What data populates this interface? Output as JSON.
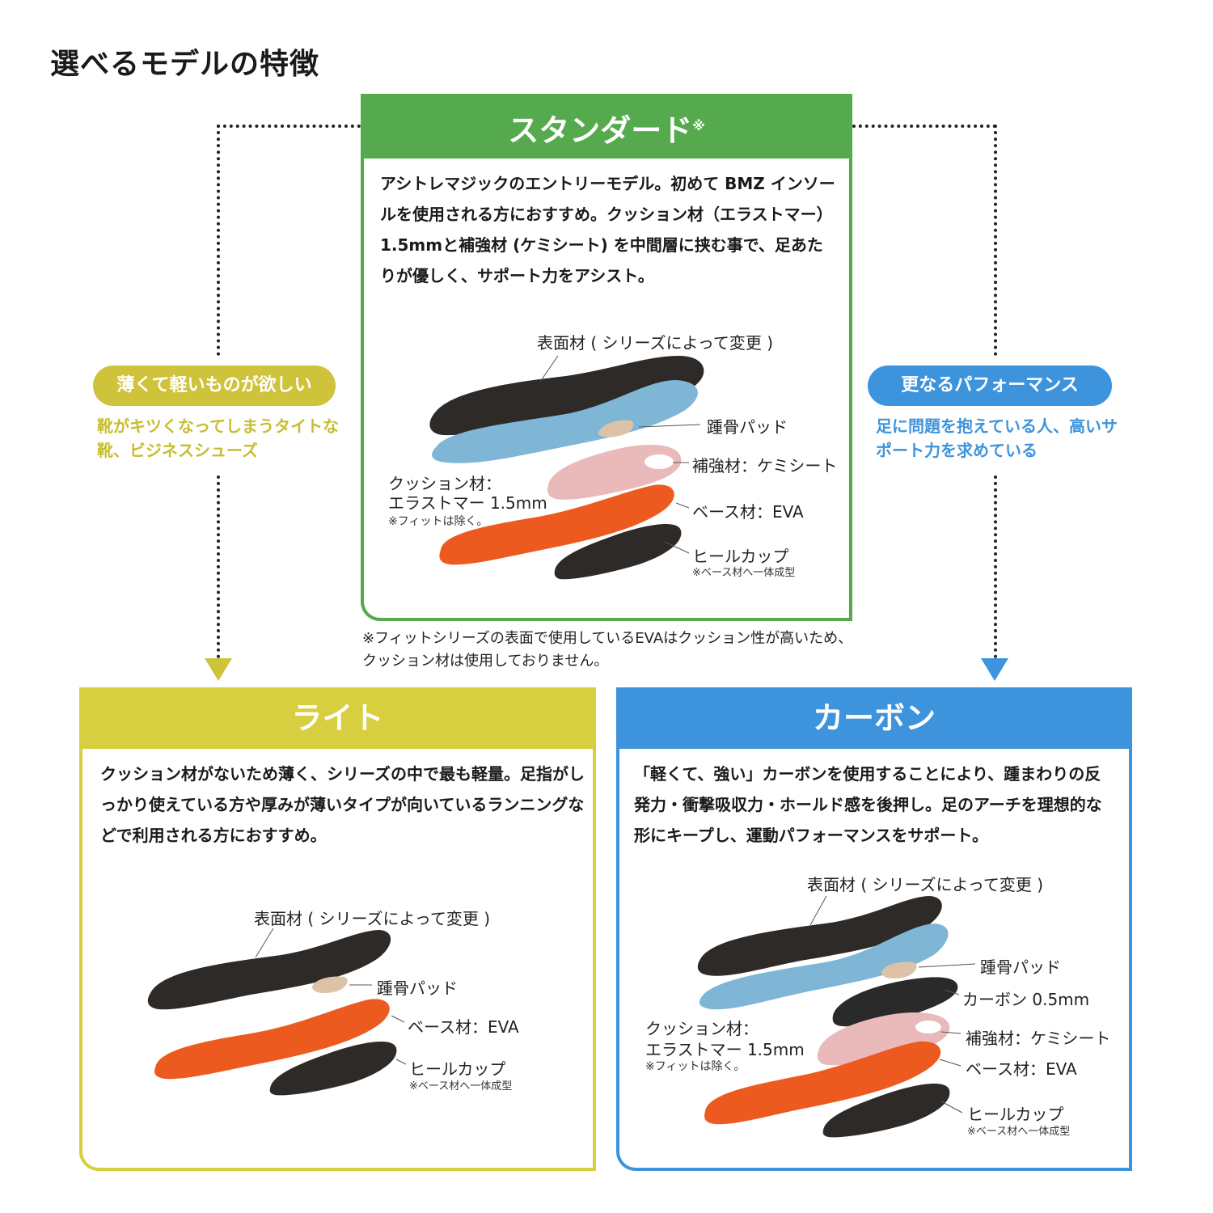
{
  "page_title": "選べるモデルの特徴",
  "standard": {
    "name": "スタンダード",
    "mark": "※",
    "description": "アシトレマジックのエントリーモデル。初めて BMZ インソールを使用される方におすすめ。クッション材（エラストマー） 1.5mmと補強材 (ケミシート) を中間層に挟む事で、足あたりが優しく、サポート力をアシスト。",
    "layers": {
      "surface": "表面材 ( シリーズによって変更 )",
      "heel_pad": "踵骨パッド",
      "reinforce": "補強材：ケミシート",
      "cushion_1": "クッション材：",
      "cushion_2": "エラストマー 1.5mm",
      "cushion_note": "※フィットは除く。",
      "base": "ベース材：EVA",
      "heel_cup": "ヒールカップ",
      "heel_cup_note": "※ベース材へ一体成型"
    },
    "footnote": "※フィットシリーズの表面で使用しているEVAはクッション性が高いため、クッション材は使用しておりません。"
  },
  "light_need": {
    "pill": "薄くて軽いものが欲しい",
    "text": "靴がキツくなってしまうタイトな靴、ビジネスシューズ"
  },
  "carbon_need": {
    "pill": "更なるパフォーマンス",
    "text": "足に問題を抱えている人、高いサポート力を求めている"
  },
  "light": {
    "name": "ライト",
    "description": "クッション材がないため薄く、シリーズの中で最も軽量。足指がしっかり使えている方や厚みが薄いタイプが向いているランニングなどで利用される方におすすめ。",
    "layers": {
      "surface": "表面材 ( シリーズによって変更 )",
      "heel_pad": "踵骨パッド",
      "base": "ベース材：EVA",
      "heel_cup": "ヒールカップ",
      "heel_cup_note": "※ベース材へ一体成型"
    }
  },
  "carbon": {
    "name": "カーボン",
    "description": "「軽くて、強い」カーボンを使用することにより、踵まわりの反発力・衝撃吸収力・ホールド感を後押し。足のアーチを理想的な形にキープし、運動パフォーマンスをサポート。",
    "layers": {
      "surface": "表面材 ( シリーズによって変更 )",
      "heel_pad": "踵骨パッド",
      "carbon": "カーボン 0.5mm",
      "cushion_1": "クッション材：",
      "cushion_2": "エラストマー 1.5mm",
      "cushion_note": "※フィットは除く。",
      "reinforce": "補強材：ケミシート",
      "base": "ベース材：EVA",
      "heel_cup": "ヒールカップ",
      "heel_cup_note": "※ベース材へ一体成型"
    }
  },
  "colors": {
    "standard": "#54aa4d",
    "light": "#d7cf3f",
    "carbon": "#3d94dd",
    "surface_layer": "#2e2a28",
    "cushion_layer": "#7fb6d6",
    "reinforce_layer": "#eab9b9",
    "base_layer": "#ec5a1f",
    "heel_pad": "#dcc3a8"
  }
}
